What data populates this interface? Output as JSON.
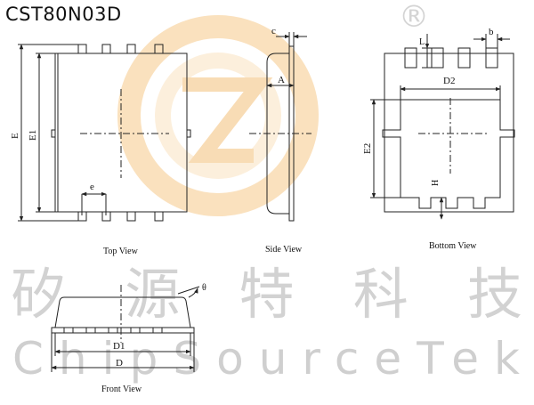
{
  "part_number": "CST80N03D",
  "views": {
    "top": "Top View",
    "side": "Side View",
    "bottom": "Bottom View",
    "front": "Front View"
  },
  "dimensions": {
    "E": "E",
    "E1": "E1",
    "e": "e",
    "c": "c",
    "A": "A",
    "L": "L",
    "b": "b",
    "D2": "D2",
    "E2": "E2",
    "H": "H",
    "theta": "θ",
    "D1": "D1",
    "D": "D"
  },
  "watermark": {
    "chinese": "矽源特科技",
    "english": "ChipSourceTek",
    "registered": "®"
  },
  "colors": {
    "line": "#222222",
    "watermark_orange": "#f6c98a",
    "watermark_gray": "#d0d0d0"
  }
}
